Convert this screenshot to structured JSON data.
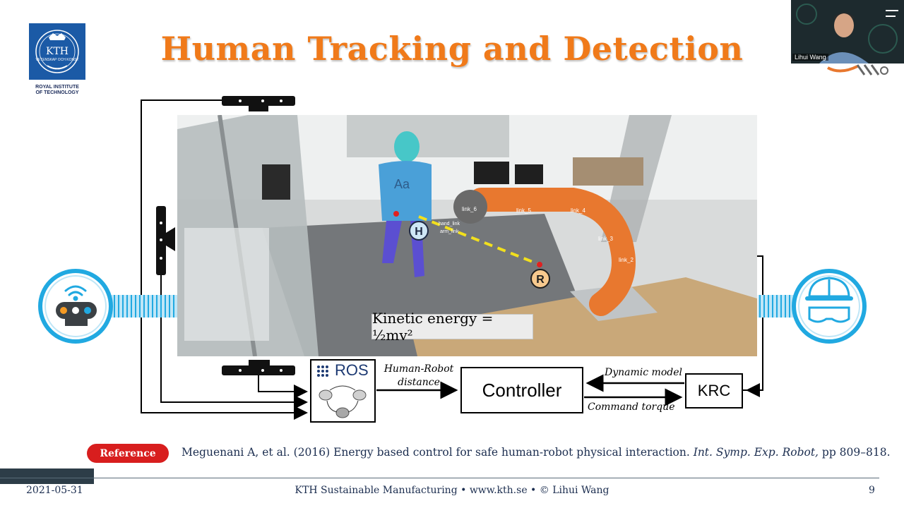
{
  "slide": {
    "title": "Human Tracking and Detection",
    "logo": {
      "name": "KTH",
      "motto": "VETENSKAP OCH KONST",
      "institute_line1": "ROYAL INSTITUTE",
      "institute_line2": "OF TECHNOLOGY"
    },
    "video": {
      "participant_name": "Lihui Wang"
    },
    "photo": {
      "ke_label": "Kinetic energy = ½mv²",
      "marker_h": "H",
      "marker_r": "R",
      "tag_aa": "Aa",
      "links": [
        "link_6",
        "link_5",
        "link_4",
        "link_3",
        "link_2"
      ],
      "hand_link_label": "hand_link",
      "arm_link_label": "arm_link"
    },
    "diagram": {
      "ros_label": "ROS",
      "controller_label": "Controller",
      "krc_label": "KRC",
      "hr_distance_line1": "Human-Robot",
      "hr_distance_line2": "distance",
      "dynamic_model_label": "Dynamic model",
      "command_torque_label": "Command torque"
    },
    "reference": {
      "pill_label": "Reference",
      "text_plain": "Meguenani A, et al. (2016) Energy based control for safe human-robot physical interaction. ",
      "text_italic": "Int. Symp. Exp. Robot,",
      "text_tail": " pp 809–818."
    },
    "footer": {
      "date": "2021-05-31",
      "center": "KTH Sustainable Manufacturing • www.kth.se • © Lihui Wang",
      "page": "9"
    },
    "colors": {
      "title_orange": "#f07a1a",
      "kth_blue": "#1b5aa6",
      "reference_red": "#d81e1e",
      "sensor_cyan": "#21a9e1",
      "robot_orange": "#e8782f"
    },
    "icons": [
      "sensor-device-icon",
      "wifi-icon",
      "safety-helmet-goggles-icon",
      "kinect-sensor-icon"
    ]
  }
}
